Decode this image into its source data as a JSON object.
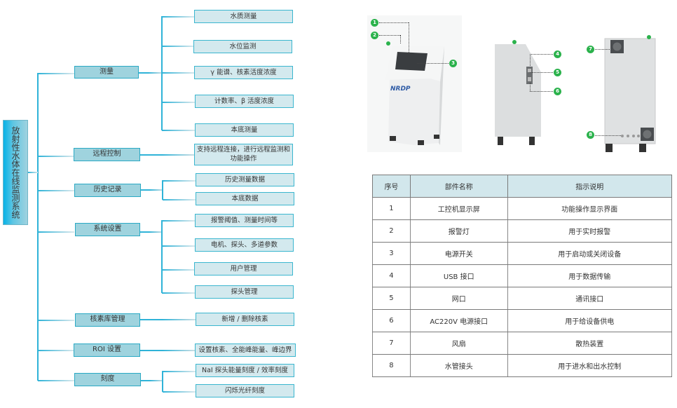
{
  "mindmap": {
    "root": "放射性水体在线监测系统",
    "branches": [
      {
        "label": "测量",
        "children": [
          "水质测量",
          "水位监测",
          "γ 能谱、核素活度浓度",
          "计数率、β 活度浓度",
          "本底测量"
        ]
      },
      {
        "label": "远程控制",
        "children": [
          "支持远程连接，进行远程监测和功能操作"
        ]
      },
      {
        "label": "历史记录",
        "children": [
          "历史测量数据",
          "本底数据"
        ]
      },
      {
        "label": "系统设置",
        "children": [
          "报警阈值、测量时间等",
          "电机、探头、多道参数",
          "用户管理",
          "探头管理"
        ]
      },
      {
        "label": "核素库管理",
        "children": [
          "新增 / 删除核素"
        ]
      },
      {
        "label": "ROI 设置",
        "children": [
          "设置核素、全能峰能量、峰边界"
        ]
      },
      {
        "label": "刻度",
        "children": [
          "NaI 探头能量刻度 / 效率刻度",
          "闪烁光纤刻度"
        ]
      }
    ]
  },
  "device": {
    "logo": "NRDP",
    "markers": [
      "1",
      "2",
      "3",
      "4",
      "5",
      "6",
      "7",
      "8"
    ],
    "marker_color": "#2bb24c"
  },
  "table": {
    "headers": [
      "序号",
      "部件名称",
      "指示说明"
    ],
    "rows": [
      [
        "1",
        "工控机显示屏",
        "功能操作显示界面"
      ],
      [
        "2",
        "报警灯",
        "用于实时报警"
      ],
      [
        "3",
        "电源开关",
        "用于启动或关闭设备"
      ],
      [
        "4",
        "USB 接口",
        "用于数据传输"
      ],
      [
        "5",
        "网口",
        "通讯接口"
      ],
      [
        "6",
        "AC220V 电源接口",
        "用于给设备供电"
      ],
      [
        "7",
        "风扇",
        "散热装置"
      ],
      [
        "8",
        "水管接头",
        "用于进水和出水控制"
      ]
    ],
    "header_bg": "#d2e7ec"
  },
  "colors": {
    "line": "#2fb3d8",
    "level1_fill": "#9fd3de",
    "level2_fill": "#d3e9ee"
  }
}
